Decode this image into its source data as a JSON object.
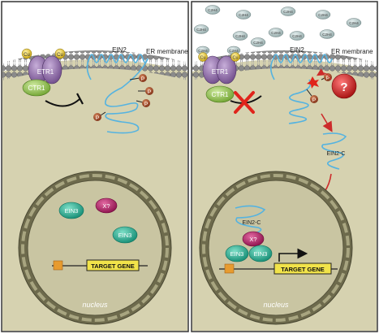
{
  "left_panel": {
    "cu_left": "Cu",
    "cu_right": "Cu",
    "etr1": "ETR1",
    "ctr1": "CTR1",
    "ein2": "EIN2",
    "er_membrane": "ER membrane",
    "p_labels": [
      "P",
      "P",
      "P",
      "P"
    ],
    "ein3_a": "EIN3",
    "x_protein": "X?",
    "ein3_b": "EIN3",
    "target_gene": "TARGET GENE",
    "nucleus": "nucleus"
  },
  "right_panel": {
    "ethylene": [
      "C2H4",
      "C2H4",
      "C2H4",
      "C2H4",
      "C2H4",
      "C2H4",
      "C2H4",
      "C2H4",
      "C2H4",
      "C2H4",
      "C2H4",
      "C2H4",
      "C2H4"
    ],
    "cu_left": "Cu",
    "cu_right": "Cu",
    "etr1": "ETR1",
    "ctr1": "CTR1",
    "ein2": "EIN2",
    "er_membrane": "ER membrane",
    "p_labels": [
      "P",
      "P"
    ],
    "question": "?",
    "ein2c_cytoplasm": "EIN2-C",
    "ein2c_nucleus": "EIN2-C",
    "x_protein": "X?",
    "ein3_a": "EIN3",
    "ein3_b": "EIN3",
    "target_gene": "TARGET GENE",
    "nucleus": "nucleus"
  },
  "colors": {
    "cell_fill": "#d6d2b0",
    "membrane_head": "#8a8a8a",
    "nucleus_fill": "#6d6a4c",
    "nucleus_inner": "#a8a580",
    "etr1": "#8c6aa3",
    "ctr1": "#8cc24a",
    "ein2": "#55b3e0",
    "phosphate": "#8b3a1e",
    "ein3": "#1fa58c",
    "x_protein": "#a3145a",
    "gene_box": "#f1e34a",
    "promoter": "#e79b2f",
    "inhibition_cross": "#e0241b",
    "unknown_protein": "#cc1414",
    "arrow": "#cc2b2b"
  }
}
